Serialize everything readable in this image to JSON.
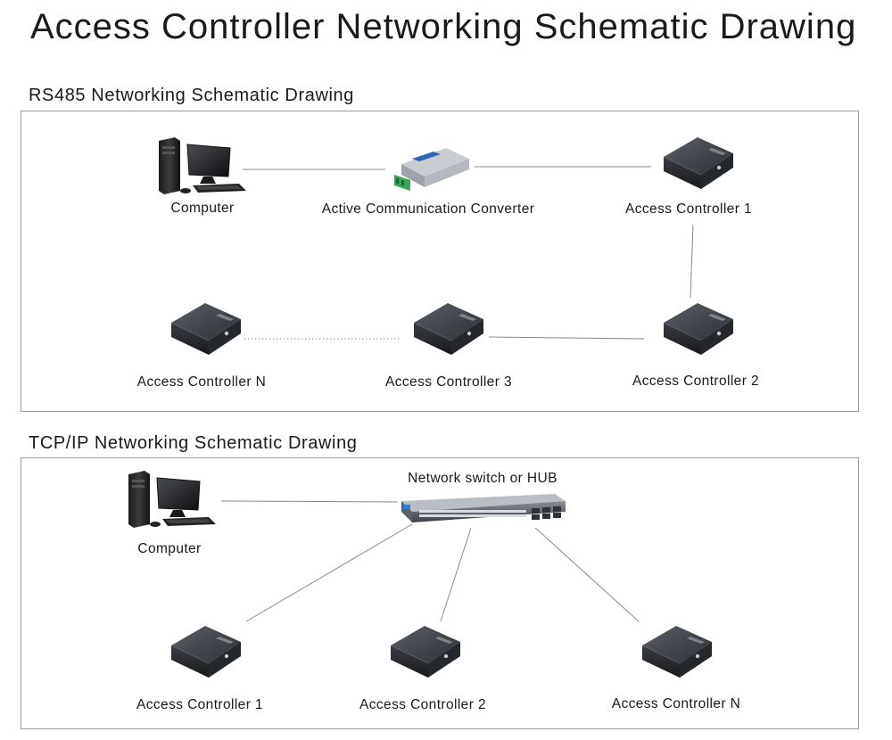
{
  "title": "Access Controller Networking Schematic Drawing",
  "rs485": {
    "title": "RS485 Networking Schematic Drawing",
    "labels": {
      "computer": "Computer",
      "converter": "Active  Communication Converter",
      "ac1": "Access Controller 1",
      "ac2": "Access Controller 2",
      "ac3": "Access Controller 3",
      "acN": "Access Controller N"
    }
  },
  "tcpip": {
    "title": "TCP/IP Networking Schematic Drawing",
    "labels": {
      "switch": "Network switch or HUB",
      "computer": "Computer",
      "ac1": "Access Controller 1",
      "ac2": "Access Controller 2",
      "acN": "Access Controller N"
    }
  },
  "icons": {
    "computer": "desktop-computer-icon",
    "converter": "rs485-converter-icon",
    "controller": "access-controller-box-icon",
    "switch": "network-switch-icon"
  }
}
